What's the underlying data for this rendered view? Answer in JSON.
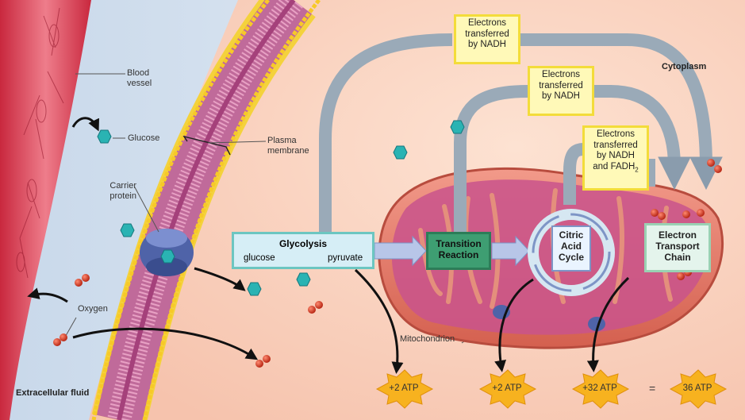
{
  "labels": {
    "blood_vessel": "Blood vessel",
    "glucose": "Glucose",
    "plasma_membrane": "Plasma membrane",
    "carrier_protein": "Carrier protein",
    "oxygen": "Oxygen",
    "extracellular_fluid": "Extracellular fluid",
    "cytoplasm": "Cytoplasm",
    "mitochondrion": "Mitochondrion"
  },
  "electron_boxes": [
    "Electrons transferred by NADH",
    "Electrons transferred by NADH",
    "Electrons transferred by NADH and FADH",
    "2"
  ],
  "glycolysis": {
    "title": "Glycolysis",
    "from": "glucose",
    "to": "pyruvate"
  },
  "stages": {
    "transition": "Transition Reaction",
    "citric": "Citric Acid Cycle",
    "etc": "Electron Transport Chain"
  },
  "atp": [
    "+2 ATP",
    "+2 ATP",
    "+32 ATP",
    "36 ATP"
  ],
  "equals": "=",
  "colors": {
    "arrow_gray": "#9aaab8",
    "atp_star": "#f7b21f",
    "glucose": "#2ab3b3",
    "oxygen": "#d8382a"
  }
}
